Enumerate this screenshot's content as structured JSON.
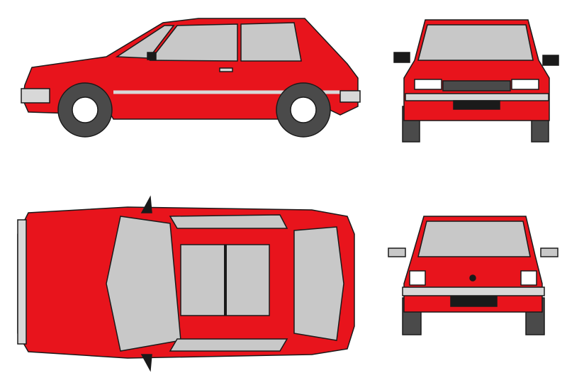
{
  "colors": {
    "body": "#e8141c",
    "glass": "#c8c8c8",
    "tire": "#4a4a4a",
    "outline": "#1a1a1a",
    "trim": "#d8d8d8",
    "background": "#ffffff"
  },
  "views": [
    {
      "view": "side"
    },
    {
      "view": "front"
    },
    {
      "view": "top"
    },
    {
      "view": "rear"
    }
  ]
}
